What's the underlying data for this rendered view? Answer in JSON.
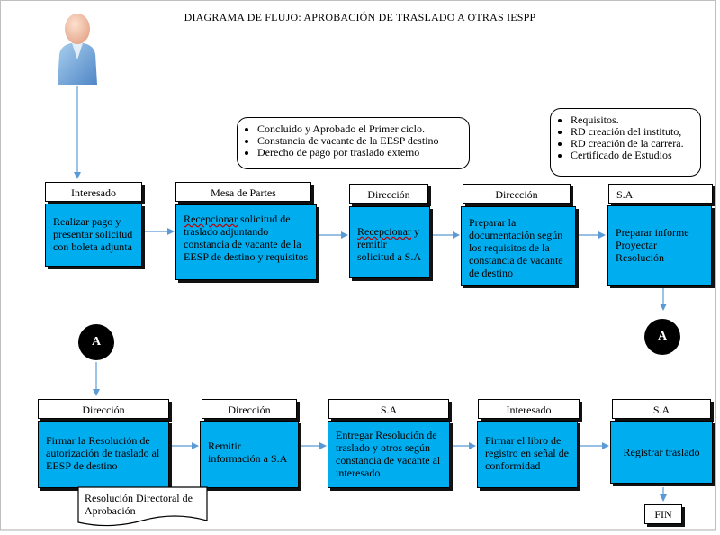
{
  "title": "DIAGRAMA DE FLUJO: APROBACIÓN DE TRASLADO A OTRAS IESPP",
  "actor_icon": "user-avatar-icon",
  "notes": {
    "top_center": [
      "Concluido y Aprobado el Primer ciclo.",
      "Constancia de vacante de la EESP destino",
      "Derecho de pago por traslado externo"
    ],
    "top_right": [
      "Requisitos.",
      "RD creación del instituto,",
      "RD creación de la carrera.",
      "Certificado de Estudios"
    ]
  },
  "row1": [
    {
      "header": "Interesado",
      "task": "Realizar pago y presentar solicitud con boleta adjunta"
    },
    {
      "header": "Mesa de Partes",
      "task_u": "Recepcionar",
      "task": " solicitud de traslado adjuntando constancia de vacante de la EESP de destino y requisitos"
    },
    {
      "header": "Dirección",
      "task_u": "Recepcionar",
      "task": " y remitir solicitud a S.A"
    },
    {
      "header": "Dirección",
      "task": "Preparar la documentación según los requisitos de la constancia de vacante de destino"
    },
    {
      "header": "S.A",
      "task": "Preparar informe Proyectar Resolución"
    }
  ],
  "row2": [
    {
      "header": "Dirección",
      "task": "Firmar la Resolución de autorización de traslado al EESP de destino"
    },
    {
      "header": "Dirección",
      "task": "Remitir información a S.A"
    },
    {
      "header": "S.A",
      "task": "Entregar Resolución de traslado y otros según constancia de vacante al interesado"
    },
    {
      "header": "Interesado",
      "task": "Firmar el libro de registro en señal de conformidad"
    },
    {
      "header": "S.A",
      "task": "Registrar traslado"
    }
  ],
  "connector_label": "A",
  "document": "Resolución Directoral de Aprobación",
  "end_label": "FIN",
  "colors": {
    "task_fill": "#00aeef",
    "arrow": "#5b9bd5"
  }
}
